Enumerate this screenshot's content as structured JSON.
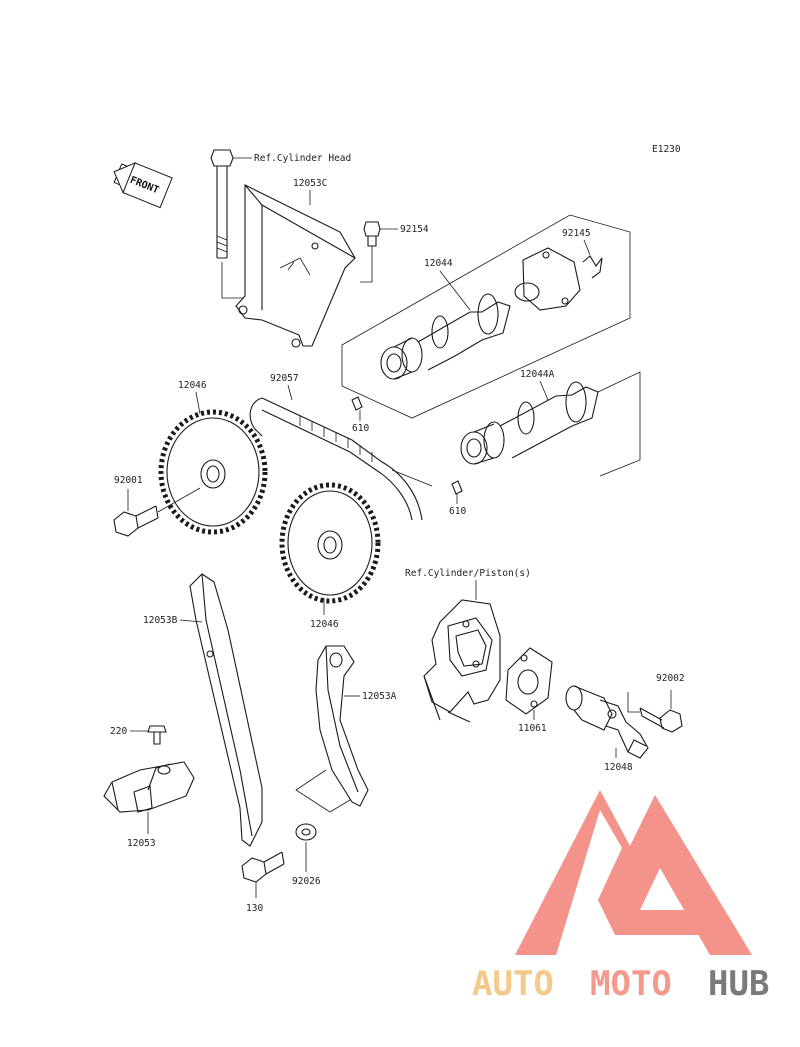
{
  "diagram": {
    "code": "E1230",
    "front_label": "FRONT",
    "ref_labels": {
      "cylinder_head": "Ref.Cylinder Head",
      "cylinder_piston": "Ref.Cylinder/Piston(s)"
    },
    "part_numbers": {
      "cover": "12053C",
      "bolt_cover": "92154",
      "spring": "92145",
      "camshaft_exhaust": "12044",
      "camshaft_intake": "12044A",
      "chain": "92057",
      "sprocket_upper": "12046",
      "sprocket_lower": "12046",
      "bolt_sprocket": "92001",
      "pin_upper": "610",
      "pin_lower": "610",
      "guide_rear": "12053B",
      "guide_front": "12053A",
      "screw_guide": "220",
      "guide_small": "12053",
      "washer": "92026",
      "bolt_guide": "130",
      "gasket": "11061",
      "tensioner": "12048",
      "bolt_tensioner": "92002"
    }
  },
  "watermark": {
    "text_auto": "AUTO",
    "text_moto": "MOTO",
    "text_hub": "HUB",
    "colors": {
      "auto": "#f5c98a",
      "moto": "#f29b8c",
      "hub": "#7a7a7a",
      "mark": "#f06a5c"
    }
  }
}
